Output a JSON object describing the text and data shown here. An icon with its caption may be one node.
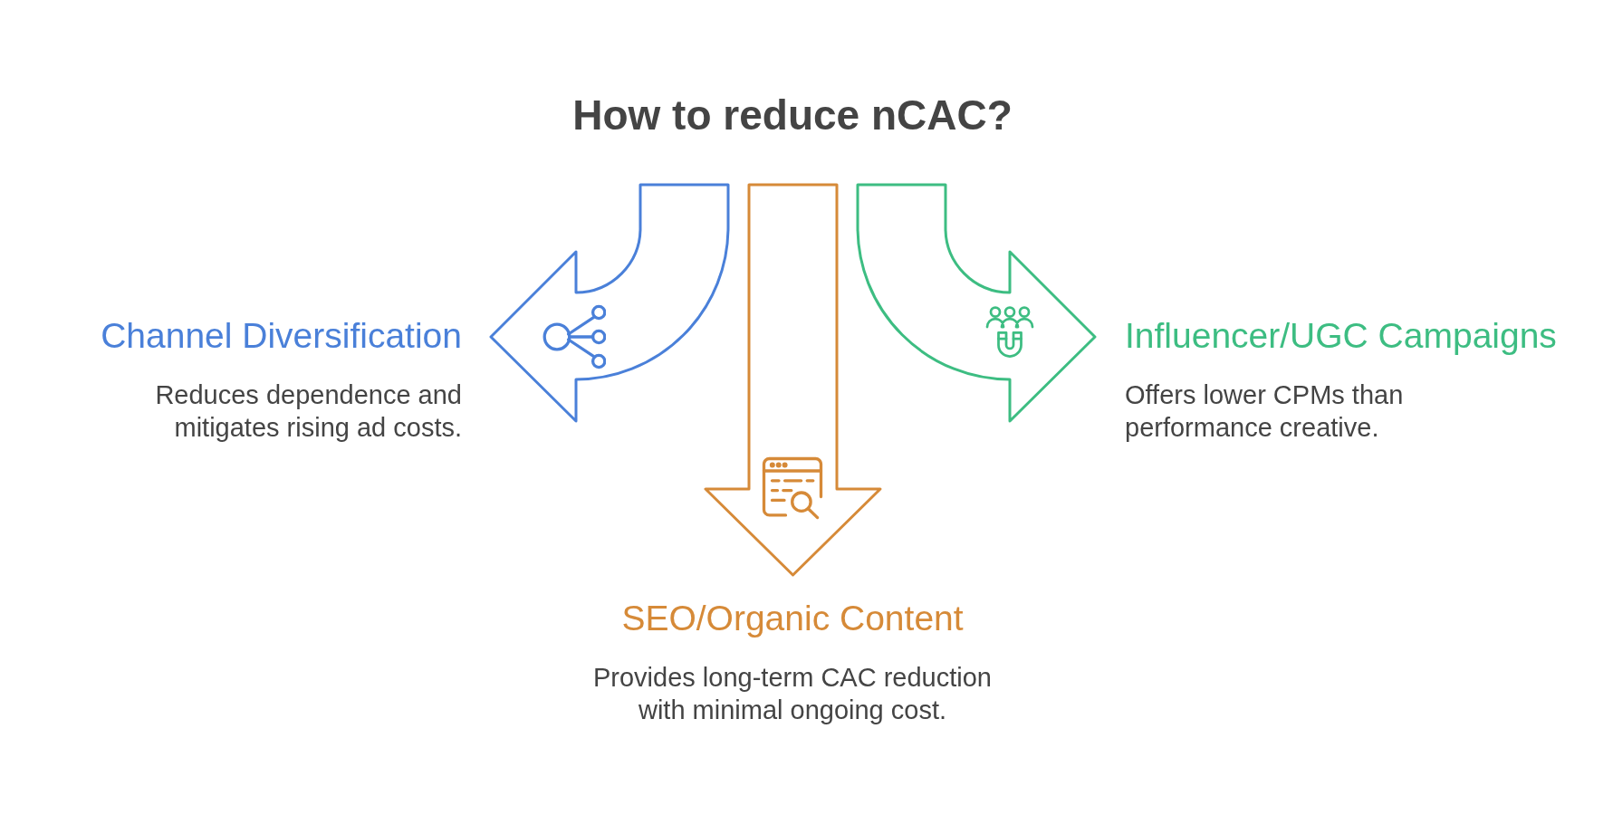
{
  "diagram": {
    "title": "How to reduce nCAC?",
    "nodes": [
      {
        "text": [
          "Channel Diversification",
          "Reduces dependence and mitigates rising ad costs."
        ]
      },
      {
        "text": [
          "SEO/Organic Content",
          "Provides long-term CAC reduction with minimal ongoing cost."
        ]
      },
      {
        "text": [
          "Influencer/UGC Campaigns",
          "Offers lower CPMs than performance creative."
        ]
      }
    ],
    "edges": [
      {
        "from": null,
        "to": 0,
        "arrow": "to",
        "color": "#4a80d9"
      },
      {
        "from": null,
        "to": 1,
        "arrow": "to",
        "color": "#d68a38"
      },
      {
        "from": null,
        "to": 2,
        "arrow": "to",
        "color": "#3dbd82"
      }
    ]
  }
}
